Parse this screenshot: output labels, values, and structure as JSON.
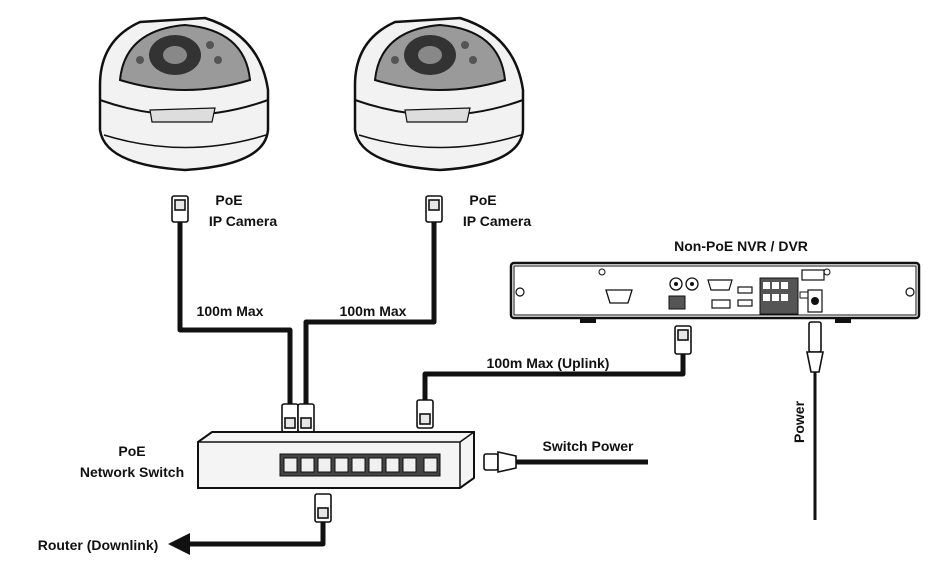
{
  "diagram": {
    "cameras": [
      {
        "line1": "PoE",
        "line2": "IP Camera"
      },
      {
        "line1": "PoE",
        "line2": "IP Camera"
      }
    ],
    "recorder_label": "Non-PoE NVR / DVR",
    "switch_label": {
      "line1": "PoE",
      "line2": "Network Switch"
    },
    "cable_labels": {
      "camera1": "100m Max",
      "camera2": "100m Max",
      "uplink": "100m Max (Uplink)",
      "switch_power": "Switch Power",
      "recorder_power": "Power",
      "router": "Router (Downlink)"
    },
    "switch_ports": 9,
    "colors": {
      "ink": "#111111",
      "background": "#ffffff",
      "device_fill": "#e6e6e6"
    }
  }
}
